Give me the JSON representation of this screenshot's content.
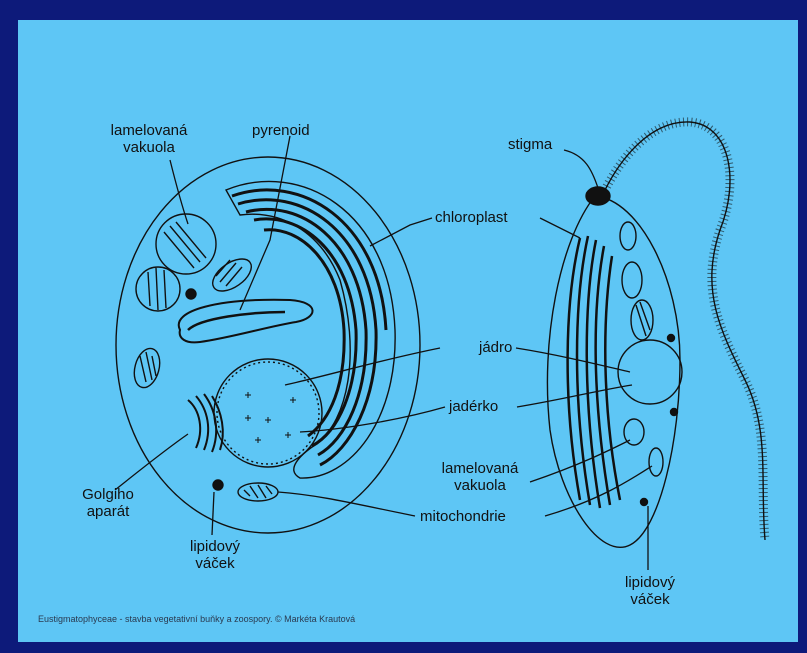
{
  "labels": {
    "lamelovana_vakuola_left": [
      "lamelovaná",
      "vakuola"
    ],
    "pyrenoid": "pyrenoid",
    "stigma": "stigma",
    "chloroplast": "chloroplast",
    "jadro": "jádro",
    "jaderko": "jadérko",
    "golgiho_aparat": [
      "Golgiho",
      "aparát"
    ],
    "lipidovy_vacek_left": [
      "lipidový",
      "váček"
    ],
    "lamelovana_vakuola_right": [
      "lamelovaná",
      "vakuola"
    ],
    "mitochondrie": "mitochondrie",
    "lipidovy_vacek_right": [
      "lipidový",
      "váček"
    ]
  },
  "caption": "Eustigmatophyceae - stavba vegetativní buňky a zoospory. © Markéta Krautová",
  "colors": {
    "frame": "#0d1a7a",
    "background": "#5ec6f5",
    "ink": "#111111"
  }
}
